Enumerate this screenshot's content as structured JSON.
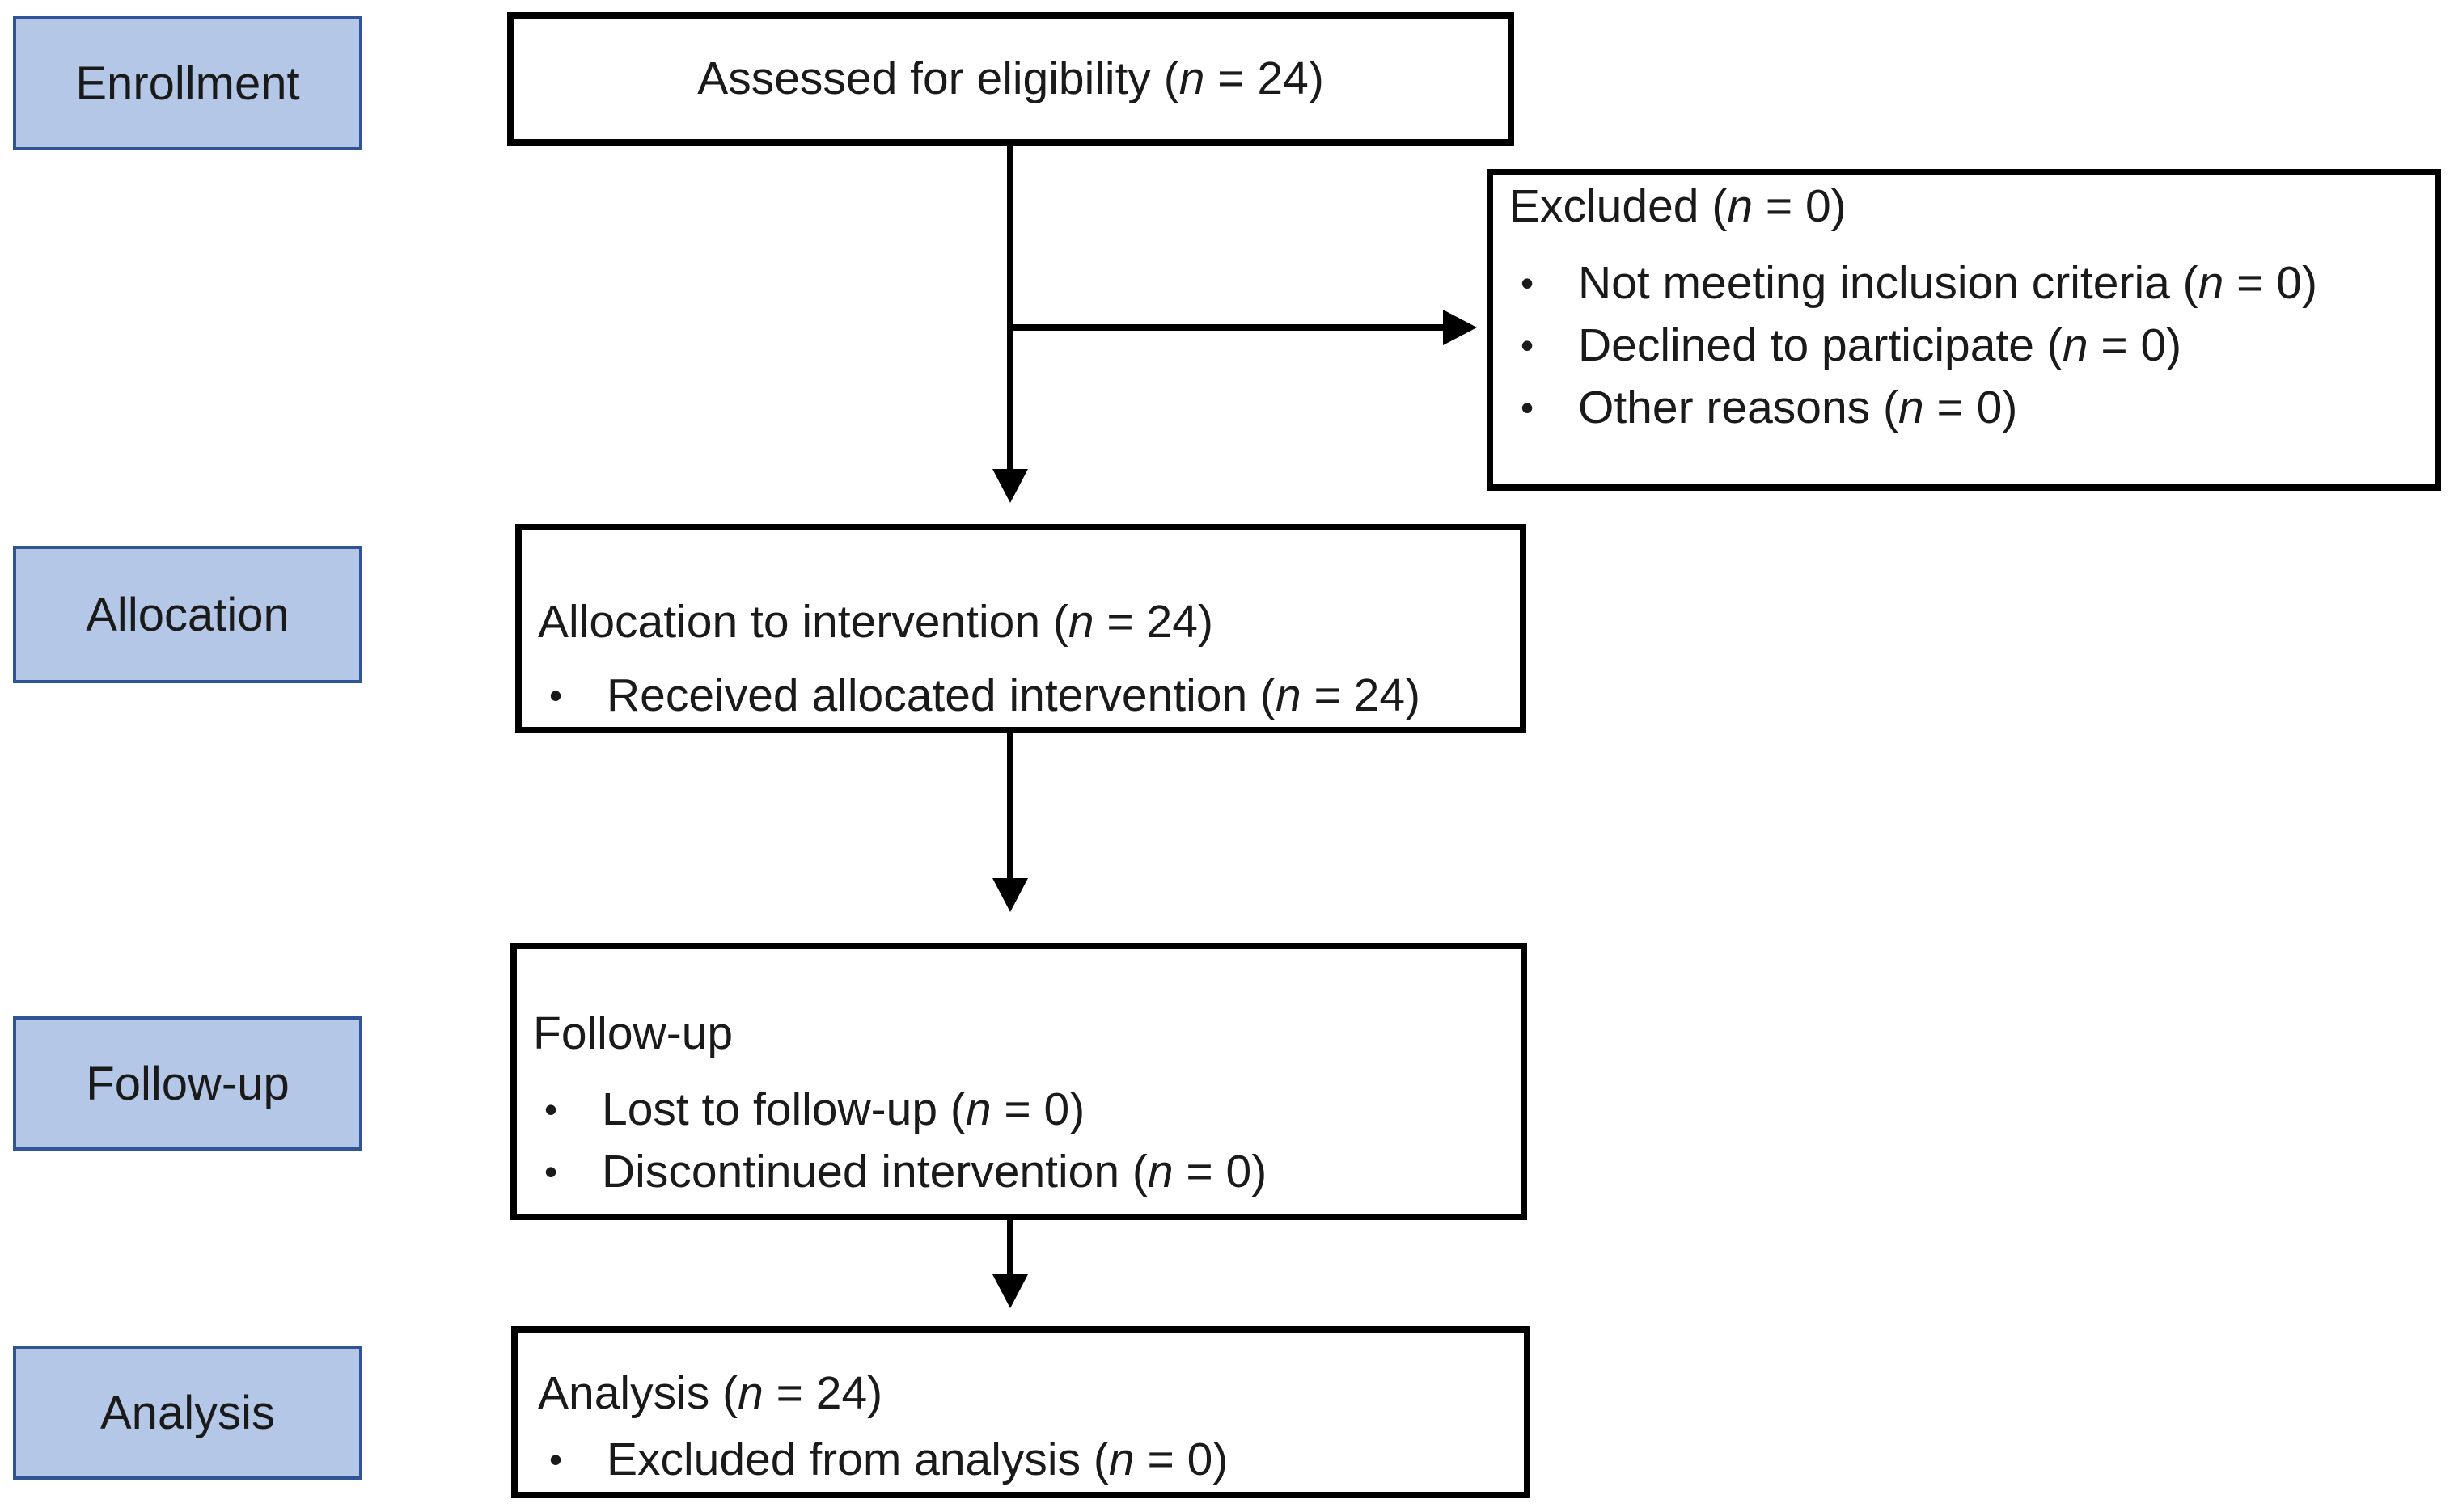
{
  "diagram": {
    "stages": [
      {
        "label": "Enrollment"
      },
      {
        "label": "Allocation"
      },
      {
        "label": "Follow-up"
      },
      {
        "label": "Analysis"
      }
    ],
    "boxes": {
      "assessed": {
        "title": "Assessed for eligibility (n = 24)"
      },
      "excluded": {
        "title": "Excluded (n = 0)",
        "bullets": [
          "Not meeting inclusion criteria (n = 0)",
          "Declined to participate (n = 0)",
          "Other reasons (n = 0)"
        ]
      },
      "allocation": {
        "title": "Allocation to intervention (n = 24)",
        "bullets": [
          "Received allocated intervention (n = 24)"
        ]
      },
      "followup": {
        "title": "Follow-up",
        "bullets": [
          "Lost to follow-up (n = 0)",
          "Discontinued intervention (n = 0)"
        ]
      },
      "analysis": {
        "title": "Analysis (n = 24)",
        "bullets": [
          "Excluded from analysis (n = 0)"
        ]
      }
    },
    "bullet_char": "•",
    "colors": {
      "stage_fill": "#b4c7e7",
      "stage_border": "#2f5597",
      "box_border": "#000000",
      "arrow": "#000000",
      "background": "#ffffff"
    }
  }
}
